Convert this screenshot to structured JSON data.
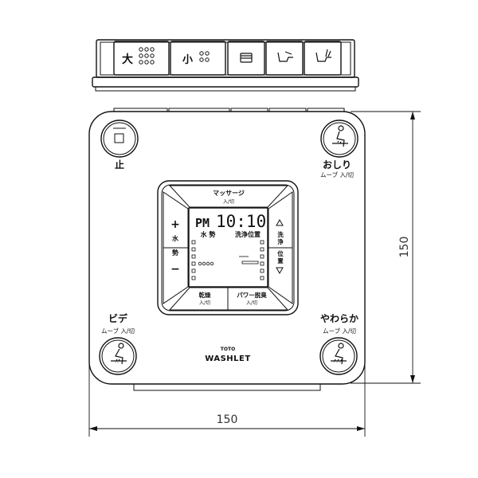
{
  "top_buttons": [
    {
      "label": "大",
      "icon": "dots-3x3-icon"
    },
    {
      "label": "小",
      "icon": "dots-2x2-icon"
    },
    {
      "label": "",
      "icon": "toilet-front-icon"
    },
    {
      "label": "",
      "icon": "toilet-side-icon"
    },
    {
      "label": "",
      "icon": "toilet-seat-icon"
    }
  ],
  "stop": {
    "label": "止"
  },
  "oshiri": {
    "title": "おしり",
    "sub": "ムーブ 入/切"
  },
  "bidet": {
    "title": "ビデ",
    "sub": "ムーブ 入/切"
  },
  "yawaraka": {
    "title": "やわらか",
    "sub": "ムーブ 入/切"
  },
  "massage": {
    "title": "マッサージ",
    "sub": "入/切"
  },
  "dry": {
    "title": "乾燥",
    "sub": "入/切"
  },
  "power_dry": {
    "title": "パワー脱臭",
    "sub": "入/切"
  },
  "water_pressure": {
    "plus": "+",
    "minus": "−",
    "label1": "水",
    "label2": "勢"
  },
  "nozzle_pos": {
    "label1": "洗",
    "label2": "浄",
    "label3": "位",
    "label4": "置"
  },
  "display": {
    "ampm": "PM",
    "time": "10:10",
    "label_left": "水 勢",
    "label_right": "洗浄位置"
  },
  "brand": {
    "line1": "TOTO",
    "line2": "WASHLET"
  },
  "dimensions": {
    "width": "150",
    "height": "150"
  }
}
